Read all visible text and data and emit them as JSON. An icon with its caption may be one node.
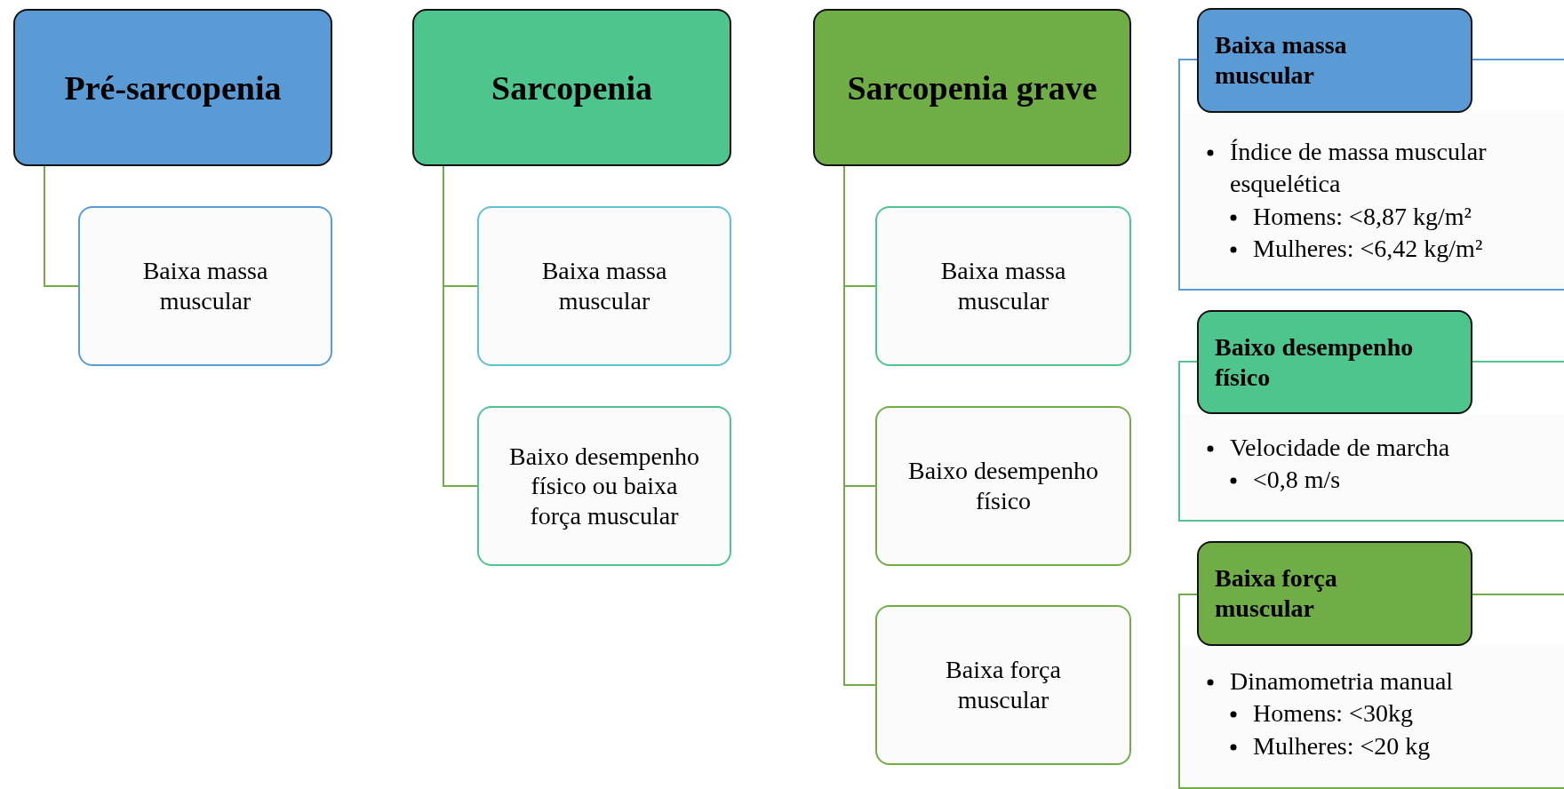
{
  "diagram": {
    "nodes": [
      {
        "text": [
          "Pré-sarcopenia"
        ]
      },
      {
        "text": [
          "Baixa massa muscular"
        ]
      },
      {
        "text": [
          "Sarcopenia"
        ]
      },
      {
        "text": [
          "Baixa massa muscular"
        ]
      },
      {
        "text": [
          "Baixo desempenho físico ou baixa força muscular"
        ]
      },
      {
        "text": [
          "Sarcopenia grave"
        ]
      },
      {
        "text": [
          "Baixa massa muscular"
        ]
      },
      {
        "text": [
          "Baixo desempenho físico"
        ]
      },
      {
        "text": [
          "Baixa força muscular"
        ]
      },
      {
        "text": [
          "Baixa massa muscular"
        ]
      },
      {
        "text": [
          "Índice de massa muscular esquelética",
          "Homens: <8,87 kg/m²",
          "Mulheres: <6,42 kg/m²"
        ]
      },
      {
        "text": [
          "Baixo desempenho físico"
        ]
      },
      {
        "text": [
          "Velocidade de marcha",
          "<0,8 m/s"
        ]
      },
      {
        "text": [
          "Baixa força muscular"
        ]
      },
      {
        "text": [
          "Dinamometria manual",
          "Homens: <30kg",
          "Mulheres: <20 kg"
        ]
      }
    ],
    "edges": [
      {
        "from": 0,
        "to": 1,
        "arrow": "none"
      },
      {
        "from": 2,
        "to": 3,
        "arrow": "none"
      },
      {
        "from": 2,
        "to": 4,
        "arrow": "none"
      },
      {
        "from": 5,
        "to": 6,
        "arrow": "none"
      },
      {
        "from": 5,
        "to": 7,
        "arrow": "none"
      },
      {
        "from": 5,
        "to": 8,
        "arrow": "none"
      }
    ]
  }
}
